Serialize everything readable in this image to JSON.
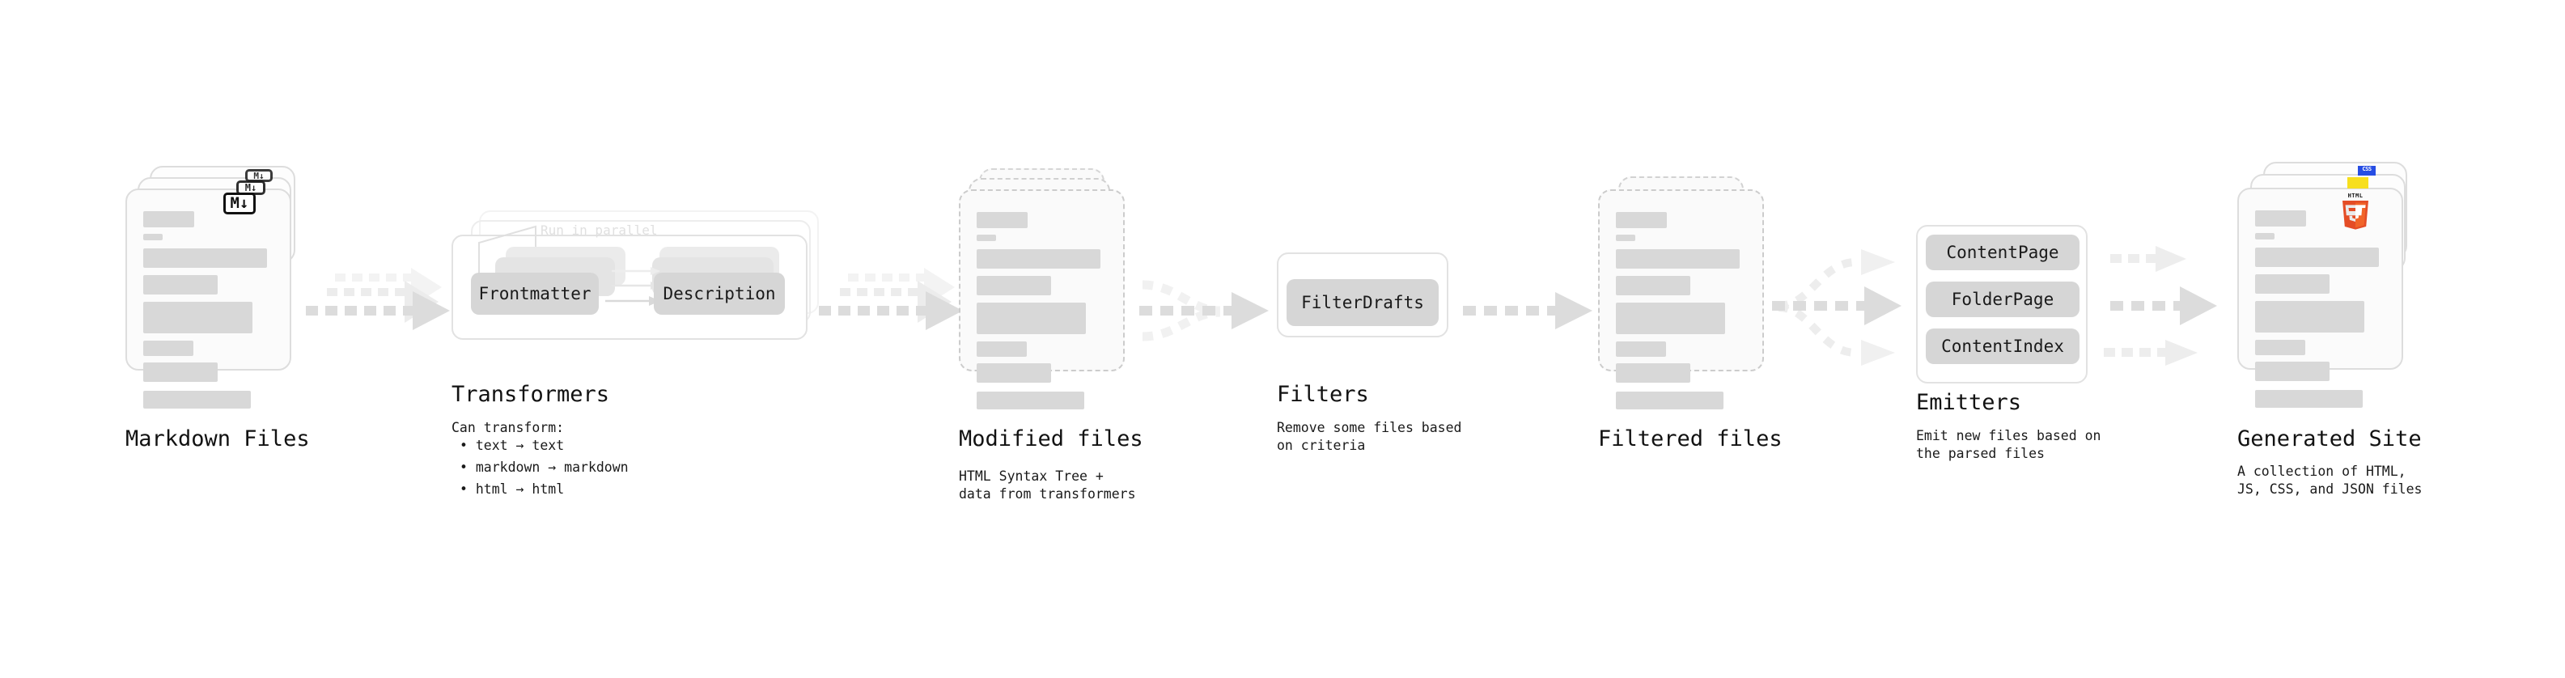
{
  "diagram": {
    "type": "pipeline-flow-diagram",
    "background": "#ffffff",
    "colors": {
      "skeleton_bar": "#d8d8d8",
      "card_border": "#dddddd",
      "dashed_border": "#cccccc",
      "pill_fill": "#d6d6d6",
      "arrow_primary": "#dcdcdc",
      "arrow_ghost": "#f0f0f0",
      "text": "#121212",
      "muted_text": "#e0e0e0",
      "html5_orange": "#e44d26",
      "html5_orange_light": "#f16529",
      "js_yellow": "#f7df1e",
      "css_blue": "#264de4"
    }
  },
  "stages": [
    {
      "id": "markdown-files",
      "title": "Markdown Files",
      "subtitle": "",
      "badge": "M↓",
      "badge_name": "markdown-badge"
    },
    {
      "id": "transformers",
      "title": "Transformers",
      "note": "Run in parallel",
      "subtitle": "Can transform:",
      "bullets": [
        "• text → text",
        "• markdown → markdown",
        "• html → html"
      ],
      "nodes": [
        "Frontmatter",
        "Description"
      ]
    },
    {
      "id": "modified-files",
      "title": "Modified files",
      "subtitle": "HTML Syntax Tree +\ndata from transformers"
    },
    {
      "id": "filters",
      "title": "Filters",
      "subtitle": "Remove some files based\non criteria",
      "nodes": [
        "FilterDrafts"
      ]
    },
    {
      "id": "filtered-files",
      "title": "Filtered files",
      "subtitle": ""
    },
    {
      "id": "emitters",
      "title": "Emitters",
      "subtitle": "Emit new files based on\nthe parsed files",
      "nodes": [
        "ContentPage",
        "FolderPage",
        "ContentIndex"
      ]
    },
    {
      "id": "generated-site",
      "title": "Generated Site",
      "subtitle": "A collection of HTML,\nJS, CSS, and JSON files",
      "badges": [
        "HTML5",
        "JS",
        "CSS"
      ]
    }
  ]
}
